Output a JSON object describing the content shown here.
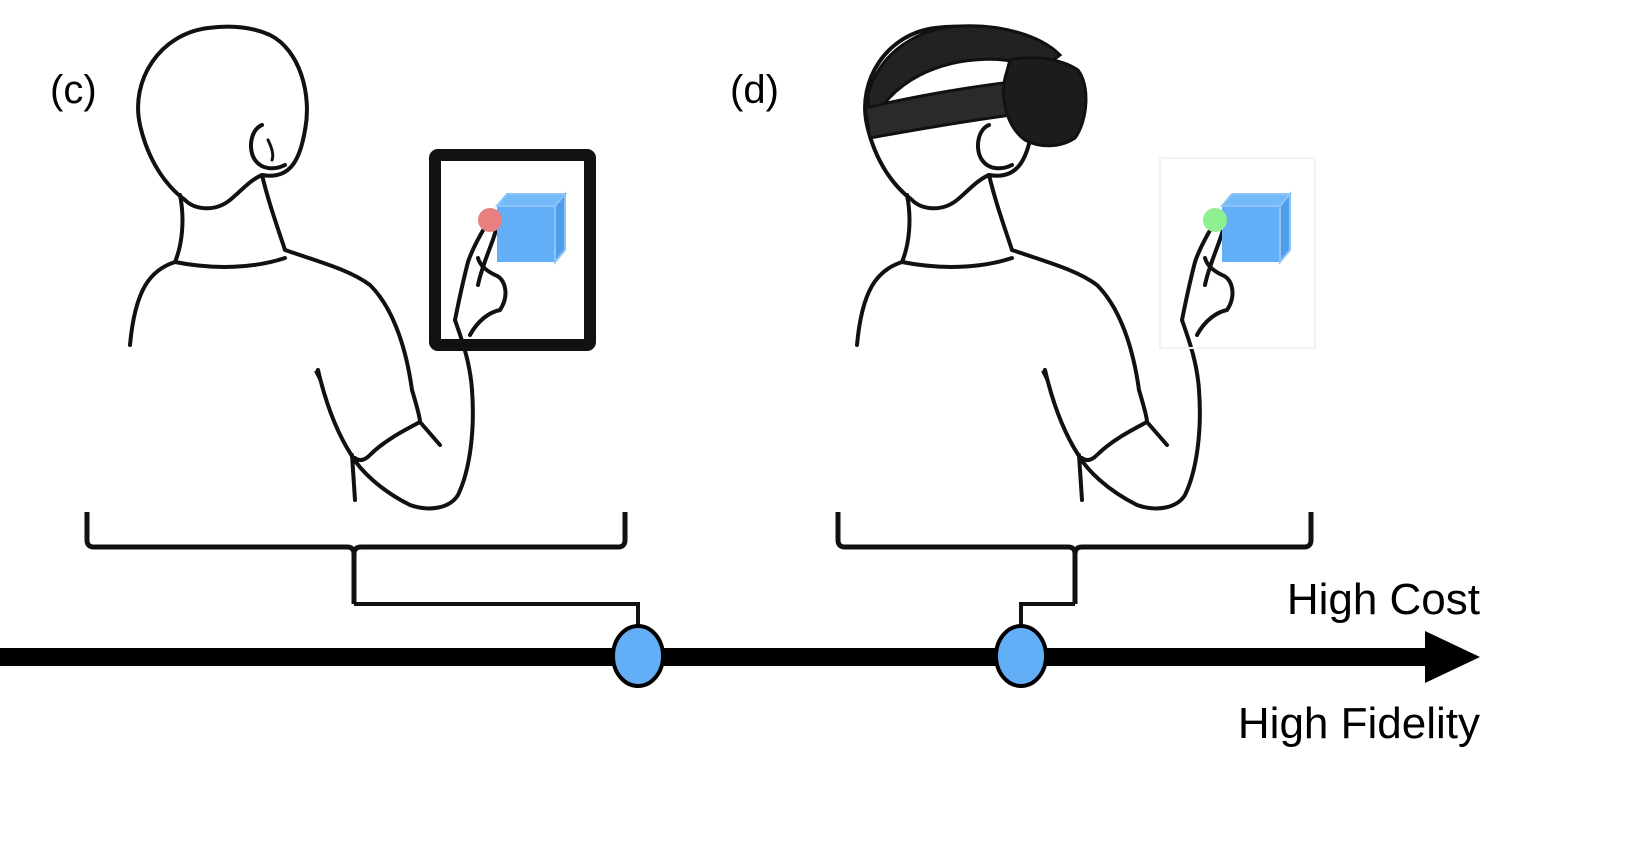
{
  "panels": [
    {
      "label": "(c)",
      "device": "tablet",
      "touch_color": "#e88080"
    },
    {
      "label": "(d)",
      "device": "vr-headset",
      "touch_color": "#8ef08e"
    }
  ],
  "axis": {
    "label_top": "High Cost",
    "label_bottom": "High Fidelity"
  },
  "colors": {
    "cube_face": "#62aef7",
    "cube_edge": "#8cc4f8",
    "marker_fill": "#62aef7",
    "axis": "#000000"
  }
}
